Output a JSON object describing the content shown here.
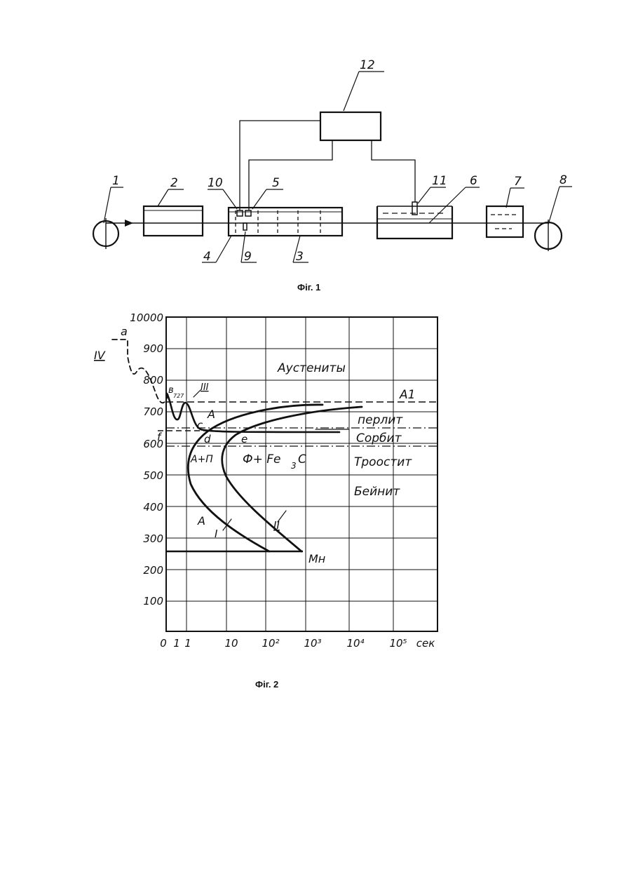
{
  "fig1": {
    "caption": "Фіг. 1",
    "labels": {
      "n1": "1",
      "n2": "2",
      "n3": "3",
      "n4": "4",
      "n5": "5",
      "n6": "6",
      "n7": "7",
      "n8": "8",
      "n9": "9",
      "n10": "10",
      "n11": "11",
      "n12": "12"
    }
  },
  "fig2": {
    "caption": "Фіг. 2",
    "y_ticks": [
      "10000",
      "900",
      "800",
      "700",
      "600",
      "500",
      "400",
      "300",
      "200",
      "100"
    ],
    "x_ticks": [
      "0",
      "1",
      "1",
      "10",
      "10²",
      "10³",
      "10⁴",
      "10⁵",
      "сек"
    ],
    "zones": {
      "austenite": "Аустениты",
      "pearlite": "перлит",
      "sorbite": "Сорбит",
      "troostite": "Троостит",
      "bainite": "Бейнит"
    },
    "annotations": {
      "a1": "A1",
      "a": "a",
      "iv": "IV",
      "b": "в",
      "t727": "727",
      "iii": "III",
      "A_upper": "A",
      "c": "c",
      "f": "f",
      "d": "d",
      "e": "e",
      "a_plus_p": "A+П",
      "phase_mix": "Ф+ Fe",
      "sub3": "3",
      "phase_c": "C",
      "A_lower": "A",
      "roman1": "I",
      "roman2": "II",
      "mn": "Mн"
    }
  }
}
